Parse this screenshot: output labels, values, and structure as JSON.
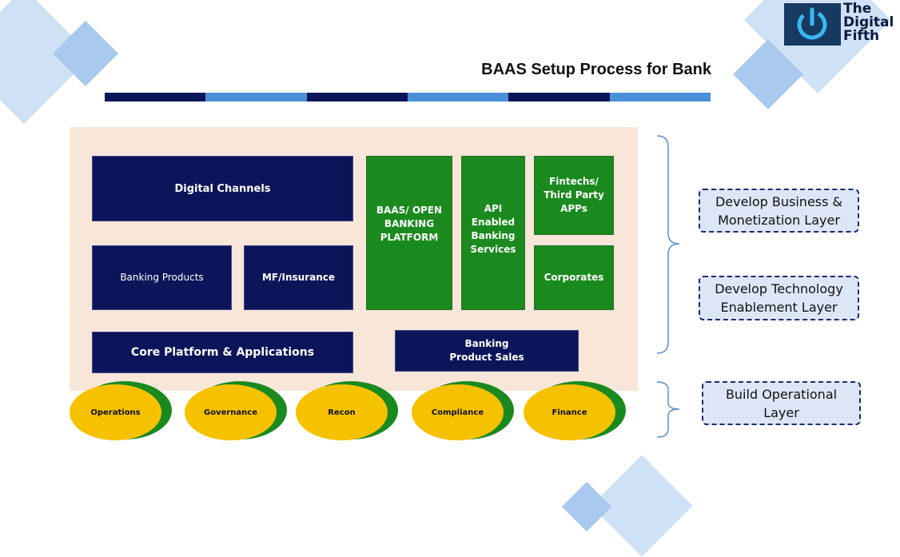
{
  "header": {
    "logo": {
      "line1": "The",
      "line2": "Digital",
      "line3": "Fifth",
      "icon": "power-icon"
    },
    "title": "BAAS Setup Process for Bank",
    "stripe_colors": [
      "#0c1559",
      "#4a90d9",
      "#0c1559",
      "#4a90d9",
      "#0c1559",
      "#4a90d9"
    ]
  },
  "diagram": {
    "boxes": {
      "digital_channels": "Digital Channels",
      "banking_products": "Banking Products",
      "mf_insurance": "MF/Insurance",
      "core_platform": "Core Platform & Applications",
      "baas_line1": "BAAS/ OPEN",
      "baas_line2": "BANKING",
      "baas_line3": "PLATFORM",
      "api_line1": "API",
      "api_line2": "Enabled",
      "api_line3": "Banking",
      "api_line4": "Services",
      "fintech_line1": "Fintechs/",
      "fintech_line2": "Third Party",
      "fintech_line3": "APPs",
      "corporates": "Corporates",
      "sales_line1": "Banking",
      "sales_line2": "Product Sales"
    },
    "operational_items": [
      "Operations",
      "Governance",
      "Recon",
      "Compliance",
      "Finance"
    ]
  },
  "layers": {
    "business_line1": "Develop Business &",
    "business_line2": "Monetization Layer",
    "technology_line1": "Develop Technology",
    "technology_line2": "Enablement Layer",
    "operational_line1": "Build Operational",
    "operational_line2": "Layer"
  },
  "colors": {
    "navy": "#0c1559",
    "green": "#1a8a1e",
    "yellow": "#f6c200",
    "panel": "#f8e6d9",
    "accent_blue": "#4a90d9"
  }
}
